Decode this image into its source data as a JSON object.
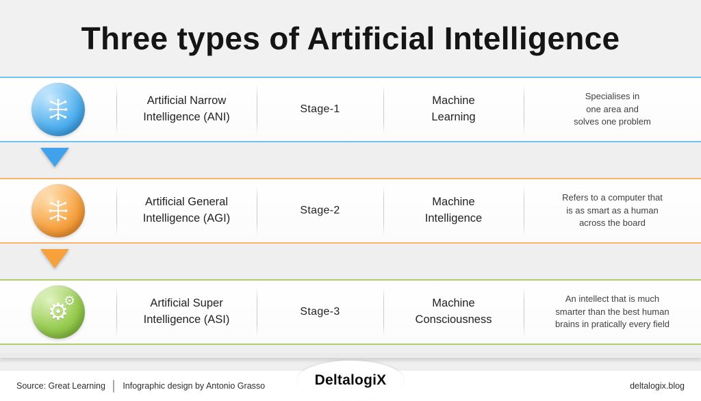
{
  "title": "Three types of Artificial Intelligence",
  "rows": [
    {
      "name": "Artificial Narrow\nIntelligence (ANI)",
      "stage": "Stage-1",
      "type": "Machine\nLearning",
      "description": "Specialises in\none area and\nsolves one problem",
      "accent_color": "#3fa2ea",
      "icon": "brain-circuit-icon"
    },
    {
      "name": "Artificial General\nIntelligence (AGI)",
      "stage": "Stage-2",
      "type": "Machine\nIntelligence",
      "description": "Refers to a computer that\nis as smart as a human\nacross the board",
      "accent_color": "#f7a13c",
      "icon": "brain-circuit-icon"
    },
    {
      "name": "Artificial Super\nIntelligence (ASI)",
      "stage": "Stage-3",
      "type": "Machine\nConsciousness",
      "description": "An intellect that is much\nsmarter than the best human\nbrains in pratically every field",
      "accent_color": "#8cc63f",
      "icon": "gears-icon"
    }
  ],
  "gears_glyph": "⚙",
  "footer": {
    "source": "Source: Great Learning",
    "separator": "│",
    "credit": "Infographic design by Antonio Grasso",
    "logo": "DeltalogiX",
    "website": "deltalogix.blog"
  }
}
